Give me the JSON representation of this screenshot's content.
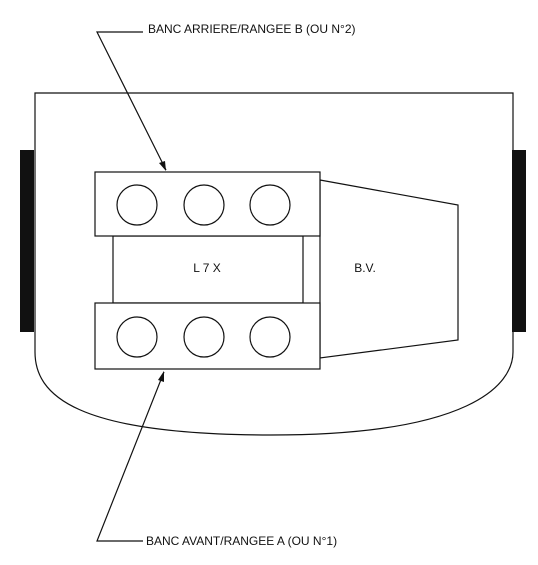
{
  "labels": {
    "rear_bank": "BANC ARRIERE/RANGEE B (OU N°2)",
    "front_bank": "BANC AVANT/RANGEE A (OU N°1)",
    "engine": "L 7 X",
    "gearbox": "B.V."
  },
  "banks": {
    "rear": {
      "cylinder_count": 3
    },
    "front": {
      "cylinder_count": 3
    }
  },
  "colors": {
    "stroke": "#111111",
    "background": "#ffffff"
  }
}
